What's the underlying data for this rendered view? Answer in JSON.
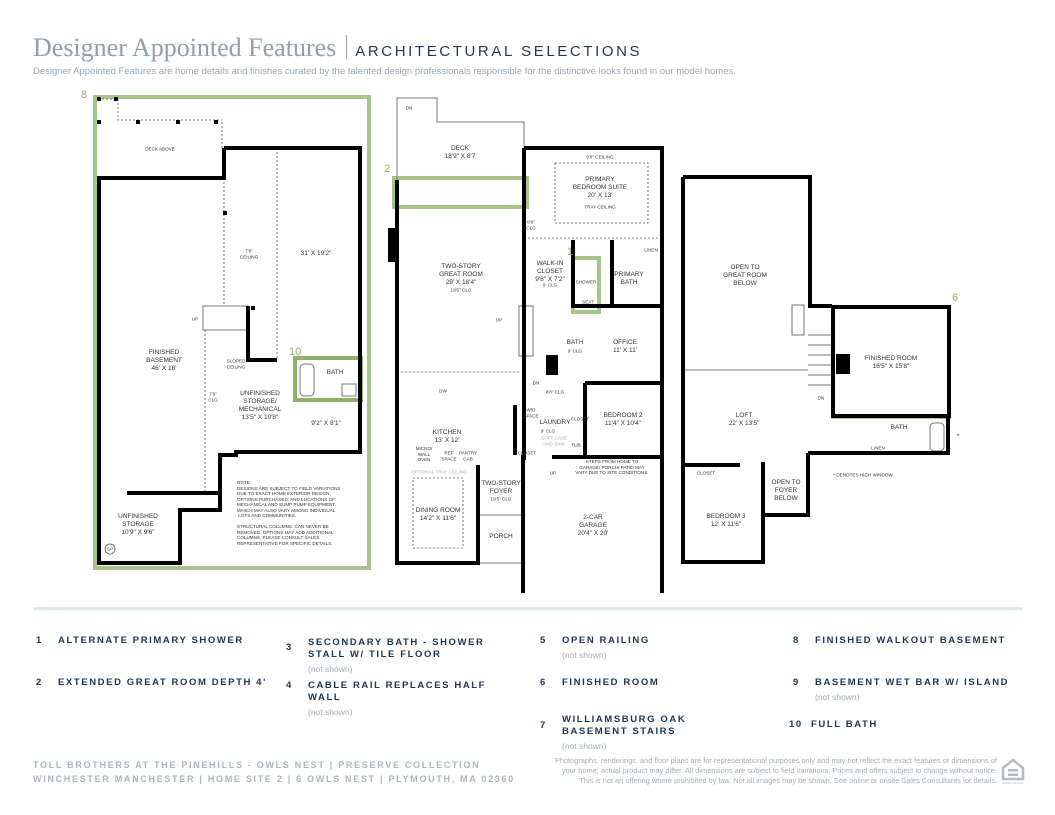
{
  "header": {
    "title": "Designer Appointed Features",
    "subtitle": "ARCHITECTURAL SELECTIONS",
    "intro": "Designer Appointed Features are home details and finishes curated by the talented design professionals responsible for the distinctive looks found in our model homes."
  },
  "colors": {
    "highlight": "#a9c48a",
    "navy": "#1b3656",
    "title": "#8fa1ae"
  },
  "basement": {
    "callout_8": "8",
    "callout_10": "10",
    "deck_above": "DECK ABOVE",
    "ceiling": "7'6\"\nCEILING",
    "room31": "31' X 19'2\"",
    "finished": "FINISHED\nBASEMENT\n46' X 18'",
    "up": "UP",
    "sloped": "SLOPED\nCEILING",
    "clg": "7'6\"\nCLG",
    "mech": "UNFINISHED\nSTORAGE/\nMECHANICAL\n13'5\" X 10'8\"",
    "bath": "BATH",
    "bath_dim": "9'2\" X 8'1\"",
    "storage": "UNFINISHED\nSTORAGE\n10'9\" X 9'6\"",
    "sp": "SP",
    "note": "NOTE:\nDESIGNS ARE SUBJECT TO FIELD VARIATIONS\nDUE TO EXACT HOME EXTERIOR DESIGN,\nOPTIONS PURCHASED, AND LOCATIONS OF\nMECHANICAL AND SUMP PUMP EQUIPMENT,\nWHICH MAY ALSO VARY AMONG INDIVIDUAL\n LOTS AND COMMUNITIES.\n\nSTRUCTURAL COLUMNS  CAN NEVER BE\nREMOVED. OPTIONS MAY ADD ADDITIONAL\nCOLUMNS. PLEASE CONSULT SALES\nREPRESENTATIVE FOR SPECIFIC DETAILS."
  },
  "first": {
    "callout_1": "1",
    "callout_2": "2",
    "dn": "DN",
    "deck": "DECK\n18'9\" X 8'7",
    "ceiling98": "9'8\" CEILING",
    "primary": "PRIMARY\nBEDROOM SUITE\n20' X 13'",
    "tray": "TRAY CEILING",
    "clg86": "8'6\"\nCLG",
    "great": "TWO-STORY\nGREAT ROOM\n29' X 18'4\"",
    "great_clg": "19'5\" CLG",
    "closet": "WALK-IN\nCLOSET\n9'8\" X 7'2\"",
    "closet_clg": "9' CLG",
    "shower": "SHOWER",
    "seat": "SEAT",
    "pbath": "PRIMARY\nBATH",
    "linen": "LINEN",
    "up": "UP",
    "bath": "BATH",
    "bath_clg": "9' CLG",
    "office": "OFFICE\n11' X 11'",
    "dn2": "DN",
    "clg88": "8'8\" CLG",
    "wd": "W/D\nSPACE",
    "laundry": "LAUNDRY",
    "laundry_clg": "9' CLG",
    "soft": "SOFT CASE\nAND SINK",
    "tub": "TUB",
    "closet2": "CLOSET",
    "bed2": "BEDROOM 2\n11'4\" X 10'4\"",
    "dw": "DW",
    "kitchen": "KITCHEN\n13' X 12'",
    "micro": "MICRO/\nWALL\nOVEN",
    "ref": "REF\nSPACE",
    "pantry": "PANTRY\nCAB",
    "closet3": "CLOSET",
    "up2": "UP",
    "steps": "STEPS FROM HOME TO\nGARAGE/ PORCH/ PATIO MAY\nVARY DUE TO SITE CONDITIONS.",
    "tray_opt": "OPTIONAL TRAY CEILING",
    "foyer": "TWO-STORY\nFOYER",
    "foyer_clg": "19'5\" CLG",
    "dining": "DINING ROOM\n14'2\" X 11'6\"",
    "porch": "PORCH",
    "garage": "2-CAR\nGARAGE\n20'4\" X 20'"
  },
  "second": {
    "callout_6": "6",
    "open_great": "OPEN TO\nGREAT ROOM\nBELOW",
    "finished": "FINISHED ROOM\n16'5\" X 15'8\"",
    "dn": "DN",
    "loft": "LOFT\n22' X 13'5\"",
    "bath": "BATH",
    "linen": "LINEN",
    "star": "*",
    "high": "* DENOTES HIGH WINDOW",
    "closet": "CLOSET",
    "open_foyer": "OPEN TO\nFOYER\nBELOW",
    "bed3": "BEDROOM 3\n12' X 11'6\""
  },
  "legend": [
    {
      "n": "1",
      "t": "ALTERNATE PRIMARY SHOWER",
      "ns": ""
    },
    {
      "n": "2",
      "t": "EXTENDED GREAT ROOM DEPTH 4'",
      "ns": ""
    },
    {
      "n": "3",
      "t": "SECONDARY BATH - SHOWER STALL W/ TILE FLOOR",
      "ns": "(not shown)"
    },
    {
      "n": "4",
      "t": "CABLE RAIL REPLACES HALF WALL",
      "ns": "(not shown)"
    },
    {
      "n": "5",
      "t": "OPEN RAILING",
      "ns": "(not shown)"
    },
    {
      "n": "6",
      "t": "FINISHED ROOM",
      "ns": ""
    },
    {
      "n": "7",
      "t": "WILLIAMSBURG OAK BASEMENT STAIRS",
      "ns": "(not shown)"
    },
    {
      "n": "8",
      "t": "FINISHED WALKOUT BASEMENT",
      "ns": ""
    },
    {
      "n": "9",
      "t": "BASEMENT WET BAR W/ ISLAND",
      "ns": "(not shown)"
    },
    {
      "n": "10",
      "t": "FULL BATH",
      "ns": ""
    }
  ],
  "footer": {
    "line1": "TOLL BROTHERS AT THE PINEHILLS - OWLS NEST  |  PRESERVE COLLECTION",
    "line2": "WINCHESTER MANCHESTER  |  HOME SITE 2  |  6 OWLS NEST  |  PLYMOUTH, MA 02360",
    "disclaimer": "Photographs, renderings, and floor plans are for representational purposes only and may not reflect the exact features or dimensions of\nyour home; actual product may differ. All dimensions are subject to field variations. Prices and offers subject to change without notice.\nThis is not an offering where prohibited by law. Not all images may be shown. See online or onsite Sales Consultants for details.",
    "logo_text": "EQUAL HOUSING OPPORTUNITY"
  }
}
